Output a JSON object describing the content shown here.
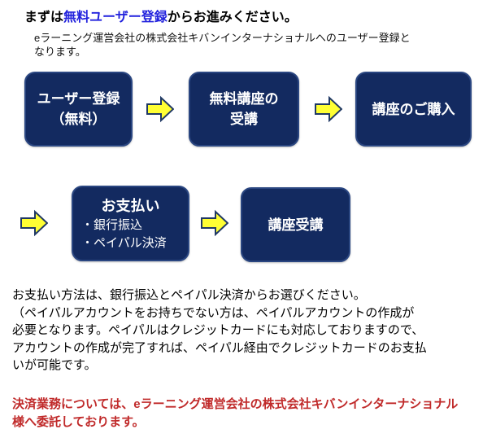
{
  "colors": {
    "box_fill": "#132a60",
    "box_border": "#2a4681",
    "arrow_fill": "#ffff33",
    "arrow_border": "#1f3864",
    "link_blue": "#2222dd",
    "notice_red": "#c02a2a"
  },
  "header": {
    "title_prefix": "まずは",
    "title_link": "無料ユーザー登録",
    "title_suffix": "からお進みください。",
    "subtitle_line1": "eラーニング運営会社の株式会社キバンインターナショナルへのユーザー登録と",
    "subtitle_line2": "なります。"
  },
  "flow": {
    "boxes": [
      {
        "lines": [
          "ユーザー登録",
          "（無料）"
        ]
      },
      {
        "lines": [
          "無料講座の",
          "受講"
        ]
      },
      {
        "lines": [
          "講座のご購入"
        ]
      },
      {
        "title": "お支払い",
        "items": [
          "・銀行振込",
          "・ペイパル決済"
        ]
      },
      {
        "lines": [
          "講座受講"
        ]
      }
    ]
  },
  "payment_note": {
    "line1": "お支払い方法は、銀行振込とペイパル決済からお選びください。",
    "line2": "（ペイパルアカウントをお持ちでない方は、ペイパルアカウントの作成が",
    "line3": "必要となります。ペイパルはクレジットカードにも対応しておりますので、",
    "line4": "アカウントの作成が完了すれば、ペイパル経由でクレジットカードのお支払",
    "line5": "いが可能です。"
  },
  "outsourcing_notice": {
    "line1": "決済業務については、eラーニング運営会社の株式会社キバンインターナショナル",
    "line2": "様へ委託しております。"
  }
}
